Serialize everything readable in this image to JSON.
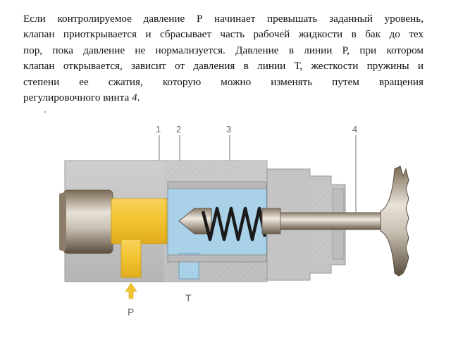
{
  "text": {
    "lines": [
      "Если контролируемое давление Р начинает превышать заданный уровень,",
      "клапан приоткрывается и сбрасывает часть рабочей жидкости в бак до тех",
      "пор, пока давление не нормализуется. Давление в линии Р, при котором",
      "клапан открывается, зависит от давления в линии Т, жесткости пружины и",
      "степени ее сжатия, которую можно изменять путем вращения"
    ],
    "last_line_prefix": "регулировочного винта ",
    "last_line_italic": "4",
    "last_line_suffix": "."
  },
  "diagram": {
    "callouts": [
      "1",
      "2",
      "3",
      "4"
    ],
    "port_p": "P",
    "port_t": "T"
  },
  "colors": {
    "body_gray": "#bdbdbd",
    "pressure_yellow": "#f2c230",
    "tank_blue": "#a9d1e8",
    "spring_black": "#1a1a1a"
  }
}
